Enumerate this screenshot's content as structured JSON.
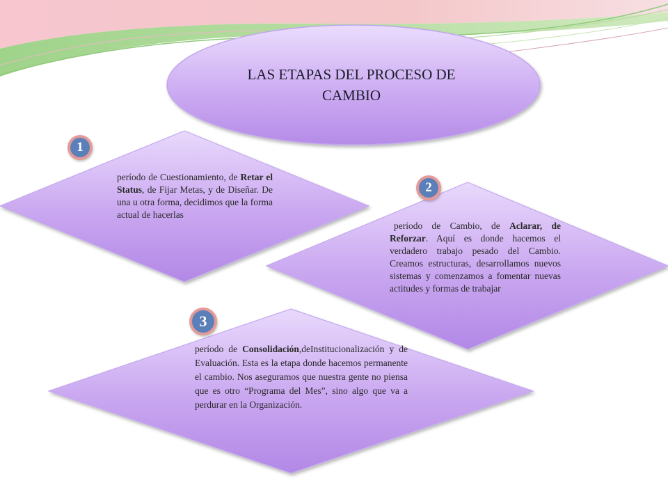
{
  "title": "LAS ETAPAS DEL PROCESO DE CAMBIO",
  "stages": [
    {
      "number": "1",
      "pre": "período de Cuestionamiento, de ",
      "bold1": "Retar el Status",
      "mid": ", de Fijar Metas, y de Diseñar. De una u otra forma, decidimos que la forma actual de hacerlas",
      "bold2": "",
      "post": ""
    },
    {
      "number": "2",
      "pre": "período de Cambio, de ",
      "bold1": "Aclarar, de Reforzar",
      "mid": ". Aquí es donde hacemos el verdadero trabajo pesado del Cambio. Creamos estructuras, desarrollamos nuevos sistemas y comenzamos a fomentar nuevas actitudes y formas de trabajar",
      "bold2": "",
      "post": ""
    },
    {
      "number": "3",
      "pre": "período de ",
      "bold1": "Consolidación",
      "mid": ",deInstitucionalización y de Evaluación. Esta es la etapa donde hacemos permanente el cambio. Nos aseguramos que nuestra gente no piensa que es otro “Programa del Mes”, sino algo que va a perdurar en la Organización.",
      "bold2": "",
      "post": ""
    }
  ],
  "colors": {
    "shape_fill_light": "#e6d2fb",
    "shape_fill_dark": "#b98de8",
    "shape_stroke": "#c4a8f0",
    "badge_fill": "#5b7fb8",
    "badge_ring": "#e39a98",
    "wave_pink": "#f2b3bf",
    "wave_green": "#a9d98f"
  }
}
